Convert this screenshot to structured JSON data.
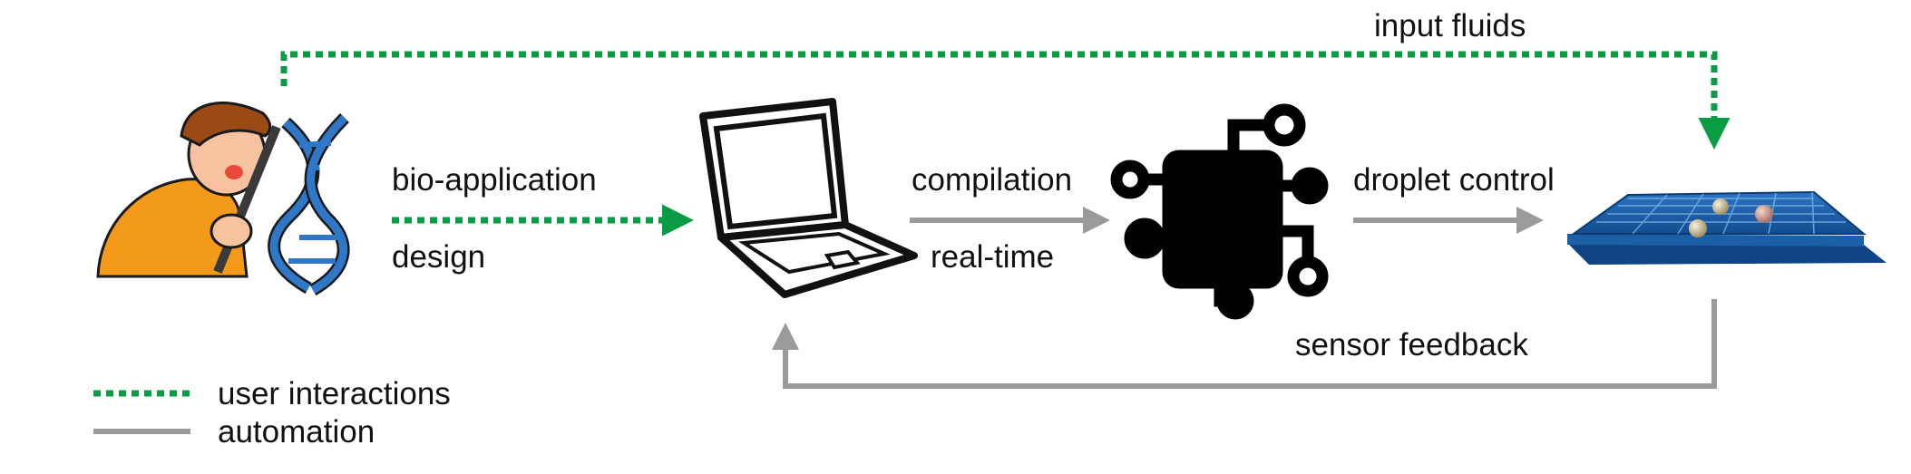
{
  "labels": {
    "input_fluids": "input fluids",
    "bio_application": "bio-application",
    "design": "design",
    "compilation": "compilation",
    "real_time": "real-time",
    "droplet_control": "droplet control",
    "sensor_feedback": "sensor feedback"
  },
  "legend": {
    "user_interactions": "user interactions",
    "automation": "automation"
  },
  "colors": {
    "user_interaction": "#0a9b45",
    "automation": "#9b9b9b",
    "ink": "#111111",
    "chip_blue": "#1b5fa6"
  },
  "icons": {
    "scientist": "scientist-with-magnifier-and-dna-icon",
    "computer": "laptop-icon",
    "controller": "circuit-chip-icon",
    "biochip": "microfluidic-biochip-icon"
  }
}
